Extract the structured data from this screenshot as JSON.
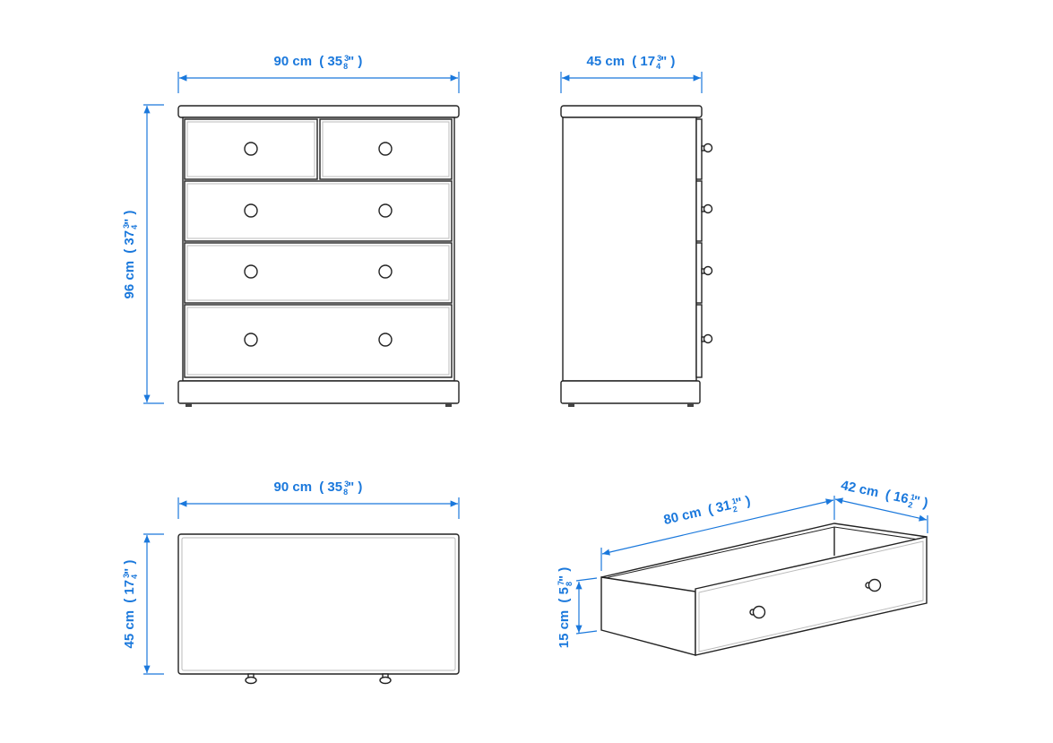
{
  "colors": {
    "dimension": "#1a78dc",
    "outline": "#222222"
  },
  "views": {
    "front": {
      "width": {
        "cm": "90 cm",
        "open": "( 35",
        "num": "3",
        "den": "8",
        "close": "\" )"
      },
      "height": {
        "cm": "96 cm",
        "open": "( 37",
        "num": "3",
        "den": "4",
        "close": "\" )"
      }
    },
    "side": {
      "depth": {
        "cm": "45 cm",
        "open": "( 17",
        "num": "3",
        "den": "4",
        "close": "\" )"
      }
    },
    "top": {
      "width": {
        "cm": "90 cm",
        "open": "( 35",
        "num": "3",
        "den": "8",
        "close": "\" )"
      },
      "depth": {
        "cm": "45 cm",
        "open": "( 17",
        "num": "3",
        "den": "4",
        "close": "\" )"
      }
    },
    "drawer": {
      "width": {
        "cm": "80 cm",
        "open": "( 31",
        "num": "1",
        "den": "2",
        "close": "\" )"
      },
      "depth": {
        "cm": "42 cm",
        "open": "( 16",
        "num": "1",
        "den": "2",
        "close": "\" )"
      },
      "height": {
        "cm": "15 cm",
        "open": "( 5",
        "num": "7",
        "den": "8",
        "close": "\" )"
      }
    }
  }
}
